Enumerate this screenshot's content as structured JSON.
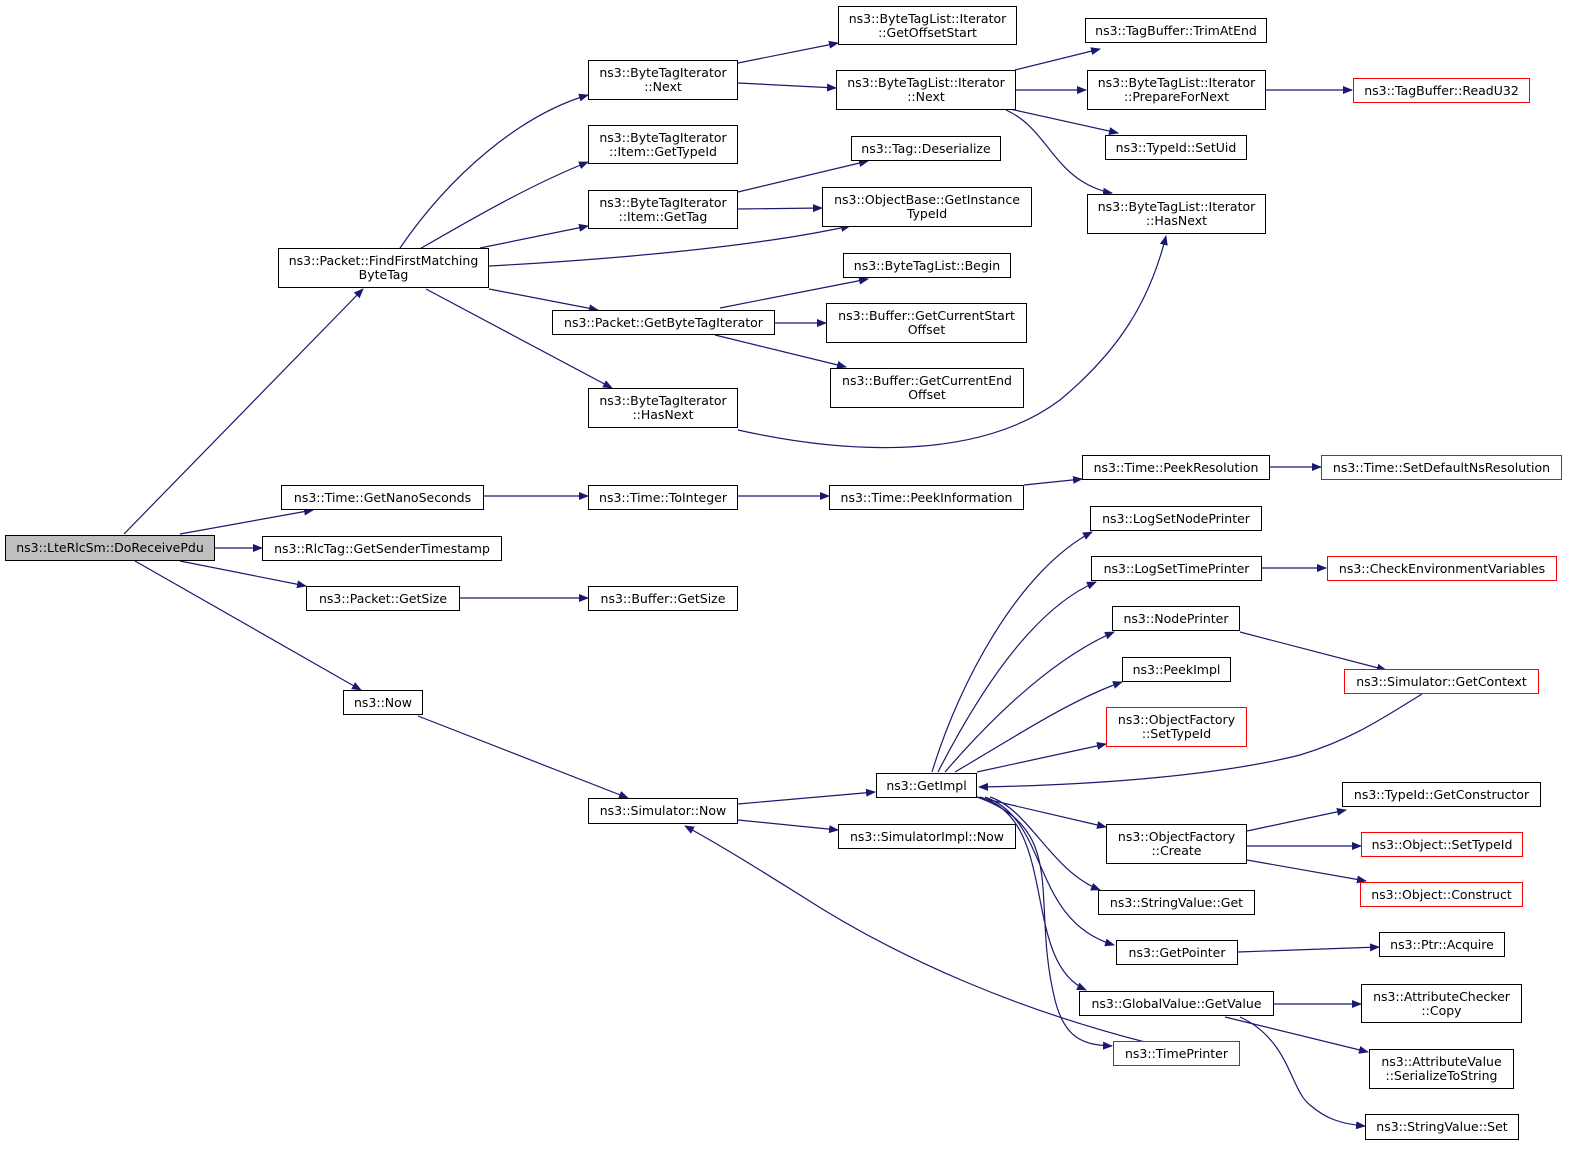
{
  "colors": {
    "edge": "#191970",
    "border": "#000000",
    "truncated_border": "#ff0000",
    "root_fill": "#bfbfbf"
  },
  "nodes": {
    "root": {
      "l1": "ns3::LteRlcSm::DoReceivePdu"
    },
    "find_first": {
      "l1": "ns3::Packet::FindFirstMatching",
      "l2": "ByteTag"
    },
    "get_nano": {
      "l1": "ns3::Time::GetNanoSeconds"
    },
    "rlc_sender": {
      "l1": "ns3::RlcTag::GetSenderTimestamp"
    },
    "packet_getsize": {
      "l1": "ns3::Packet::GetSize"
    },
    "now": {
      "l1": "ns3::Now"
    },
    "bti_next": {
      "l1": "ns3::ByteTagIterator",
      "l2": "::Next"
    },
    "bti_item_typeid": {
      "l1": "ns3::ByteTagIterator",
      "l2": "::Item::GetTypeId"
    },
    "bti_item_gettag": {
      "l1": "ns3::ByteTagIterator",
      "l2": "::Item::GetTag"
    },
    "pkt_get_bti": {
      "l1": "ns3::Packet::GetByteTagIterator"
    },
    "bti_hasnext": {
      "l1": "ns3::ByteTagIterator",
      "l2": "::HasNext"
    },
    "time_tointeger": {
      "l1": "ns3::Time::ToInteger"
    },
    "buffer_getsize": {
      "l1": "ns3::Buffer::GetSize"
    },
    "sim_now": {
      "l1": "ns3::Simulator::Now"
    },
    "btl_getoffsetstart": {
      "l1": "ns3::ByteTagList::Iterator",
      "l2": "::GetOffsetStart"
    },
    "btl_next": {
      "l1": "ns3::ByteTagList::Iterator",
      "l2": "::Next"
    },
    "tag_deserialize": {
      "l1": "ns3::Tag::Deserialize"
    },
    "objbase_getinst": {
      "l1": "ns3::ObjectBase::GetInstance",
      "l2": "TypeId"
    },
    "btl_begin": {
      "l1": "ns3::ByteTagList::Begin"
    },
    "buf_curstart": {
      "l1": "ns3::Buffer::GetCurrentStart",
      "l2": "Offset"
    },
    "buf_curend": {
      "l1": "ns3::Buffer::GetCurrentEnd",
      "l2": "Offset"
    },
    "time_peekinfo": {
      "l1": "ns3::Time::PeekInformation"
    },
    "getimpl": {
      "l1": "ns3::GetImpl"
    },
    "simimpl_now": {
      "l1": "ns3::SimulatorImpl::Now"
    },
    "tb_trimatend": {
      "l1": "ns3::TagBuffer::TrimAtEnd"
    },
    "btl_prepare": {
      "l1": "ns3::ByteTagList::Iterator",
      "l2": "::PrepareForNext"
    },
    "typeid_setuid": {
      "l1": "ns3::TypeId::SetUid"
    },
    "btl_hasnext": {
      "l1": "ns3::ByteTagList::Iterator",
      "l2": "::HasNext"
    },
    "time_peekres": {
      "l1": "ns3::Time::PeekResolution"
    },
    "log_nodeprinter": {
      "l1": "ns3::LogSetNodePrinter"
    },
    "log_timeprinter": {
      "l1": "ns3::LogSetTimePrinter"
    },
    "nodeprinter": {
      "l1": "ns3::NodePrinter"
    },
    "peekimpl": {
      "l1": "ns3::PeekImpl"
    },
    "of_settypeid": {
      "l1": "ns3::ObjectFactory",
      "l2": "::SetTypeId"
    },
    "of_create": {
      "l1": "ns3::ObjectFactory",
      "l2": "::Create"
    },
    "stringvalue_get": {
      "l1": "ns3::StringValue::Get"
    },
    "getpointer": {
      "l1": "ns3::GetPointer"
    },
    "gv_getvalue": {
      "l1": "ns3::GlobalValue::GetValue"
    },
    "timeprinter": {
      "l1": "ns3::TimePrinter"
    },
    "tb_readu32": {
      "l1": "ns3::TagBuffer::ReadU32"
    },
    "time_setdefault": {
      "l1": "ns3::Time::SetDefaultNsResolution"
    },
    "check_env": {
      "l1": "ns3::CheckEnvironmentVariables"
    },
    "sim_getcontext": {
      "l1": "ns3::Simulator::GetContext"
    },
    "typeid_getctor": {
      "l1": "ns3::TypeId::GetConstructor"
    },
    "obj_settypeid": {
      "l1": "ns3::Object::SetTypeId"
    },
    "obj_construct": {
      "l1": "ns3::Object::Construct"
    },
    "ptr_acquire": {
      "l1": "ns3::Ptr::Acquire"
    },
    "attrchecker_copy": {
      "l1": "ns3::AttributeChecker",
      "l2": "::Copy"
    },
    "attrvalue_serialize": {
      "l1": "ns3::AttributeValue",
      "l2": "::SerializeToString"
    },
    "stringvalue_set": {
      "l1": "ns3::StringValue::Set"
    }
  }
}
